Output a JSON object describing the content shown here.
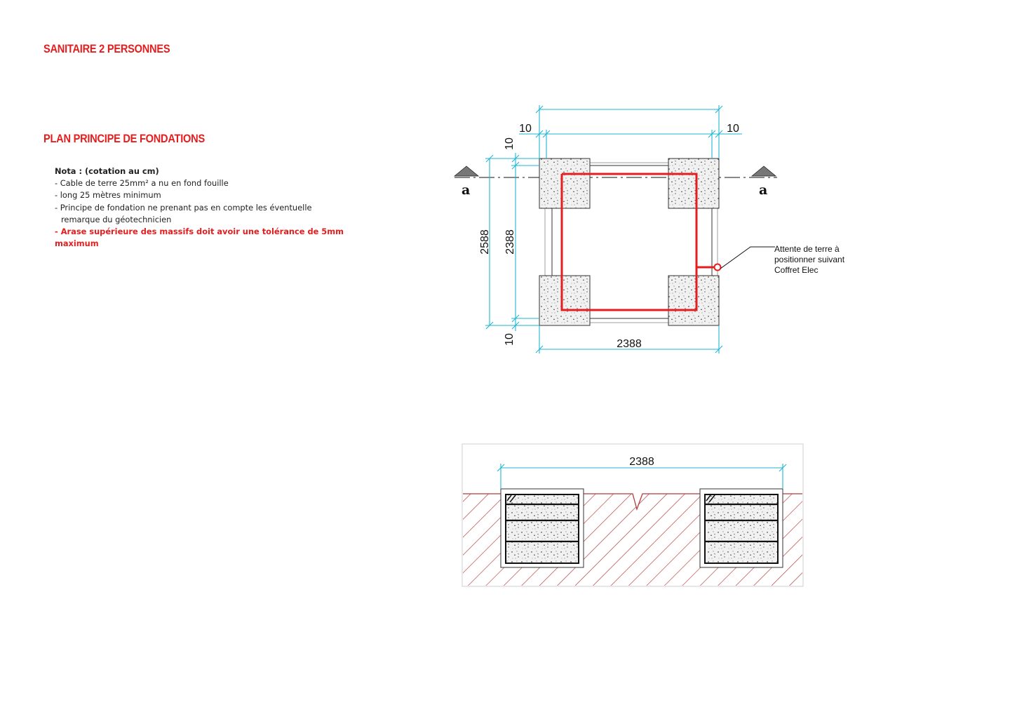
{
  "header": {
    "title": "SANITAIRE 2 PERSONNES",
    "subtitle": "PLAN PRINCIPE DE FONDATIONS"
  },
  "notes": {
    "heading": "Nota : (cotation au cm)",
    "line1": "- Cable de terre 25mm² a nu en fond fouille",
    "line2": "- long 25 mètres minimum",
    "line3a": "- Principe de fondation ne prenant pas en compte les éventuelle",
    "line3b": "remarque du géotechnicien",
    "line4a": "- Arase supérieure des massifs doit avoir une tolérance de 5mm",
    "line4b": "maximum"
  },
  "plan": {
    "dim_top_left": "10",
    "dim_top_right": "10",
    "dim_vert_top": "10",
    "dim_vert_bottom": "10",
    "dim_outer_height": "2588",
    "dim_inner_height": "2388",
    "dim_width": "2388",
    "section_mark_left": "a",
    "section_mark_right": "a",
    "callout_line1": "Attente de terre à",
    "callout_line2": "positionner suivant",
    "callout_line3": "Coffret Elec"
  },
  "section": {
    "dim_width": "2388"
  },
  "colors": {
    "accent_red": "#e41e1e",
    "dimension_cyan": "#1fb6d2",
    "earth_hatch": "#b33a3a"
  }
}
